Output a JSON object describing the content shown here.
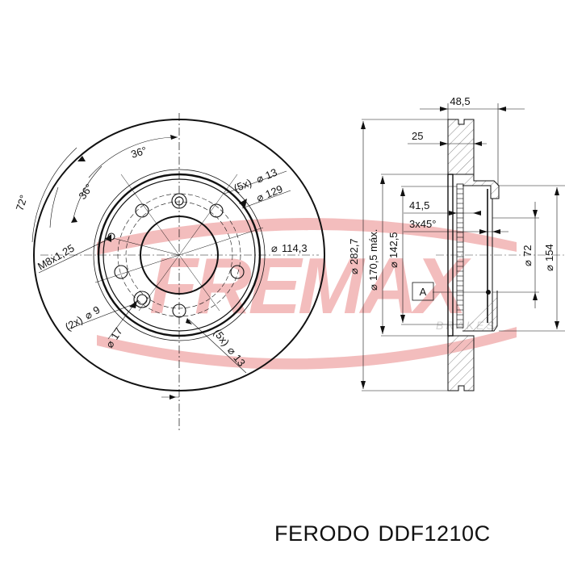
{
  "caption": {
    "brand": "FERODO",
    "part_number": "DDF1210C"
  },
  "watermark": {
    "text": "FREMAX",
    "subtext": "BRAKES",
    "color": "#f2b6b6"
  },
  "front_view": {
    "angles": {
      "outer": "72°",
      "upper": "36°",
      "left": "36°"
    },
    "labels": {
      "thread": "M8x1,25",
      "holes_top_count": "(5x)",
      "holes_top_dia": "13",
      "pcd_outer": "129",
      "pcd_inner": "114,3",
      "holes_small_count": "(2x)",
      "holes_small_dia": "9",
      "holes_small_counterbore": "17",
      "holes_bottom_count": "(5x)",
      "holes_bottom_dia": "13",
      "diameter_symbol": "⌀"
    }
  },
  "side_view": {
    "labels": {
      "overall_height": "48,5",
      "thickness": "25",
      "hat_depth": "41,5",
      "chamfer": "3x45°",
      "outer_diameter": "282,7",
      "max_diameter": "170,5 máx.",
      "inner_diameter": "142,5",
      "center_bore": "72",
      "hub_diameter": "154",
      "datum": "A",
      "diameter_symbol": "⌀"
    }
  },
  "colors": {
    "line": "#111111",
    "hatch": "#555555",
    "watermark": "#f2b6b6"
  }
}
